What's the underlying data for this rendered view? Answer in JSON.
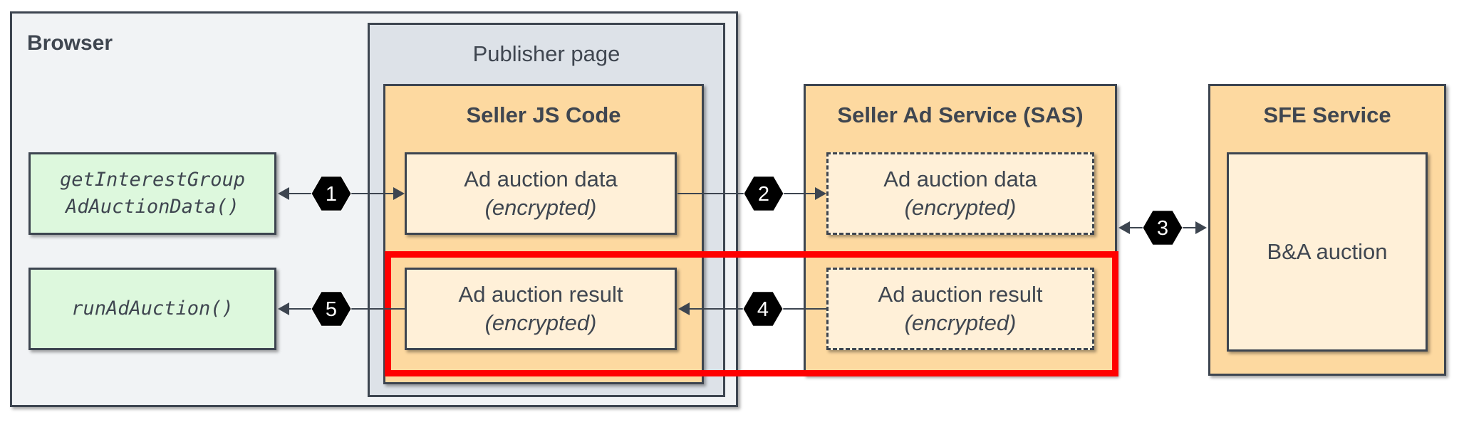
{
  "browser": {
    "title": "Browser"
  },
  "publisher_page": {
    "title": "Publisher page"
  },
  "browser_apis": {
    "get_interest_group": {
      "line1": "getInterestGroup",
      "line2": "AdAuctionData()"
    },
    "run_ad_auction": {
      "label": "runAdAuction()"
    }
  },
  "seller_js": {
    "title": "Seller JS Code",
    "data_box": {
      "line1": "Ad auction data",
      "line2": "(encrypted)"
    },
    "result_box": {
      "line1": "Ad auction result",
      "line2": "(encrypted)"
    }
  },
  "sas": {
    "title": "Seller Ad Service (SAS)",
    "data_box": {
      "line1": "Ad auction data",
      "line2": "(encrypted)"
    },
    "result_box": {
      "line1": "Ad auction result",
      "line2": "(encrypted)"
    }
  },
  "sfe": {
    "title": "SFE Service",
    "auction": "B&A auction"
  },
  "steps": [
    "1",
    "2",
    "3",
    "4",
    "5"
  ],
  "colors": {
    "outline": "#3d4550",
    "text": "#3f4650",
    "browser_bg": "#f1f3f5",
    "publisher_bg": "#dde2e8",
    "service_bg": "#fdd9a0",
    "inner_bg": "#fff0d8",
    "api_bg": "#ddf8dd",
    "highlight": "#ff0000",
    "badge": "#000000"
  }
}
